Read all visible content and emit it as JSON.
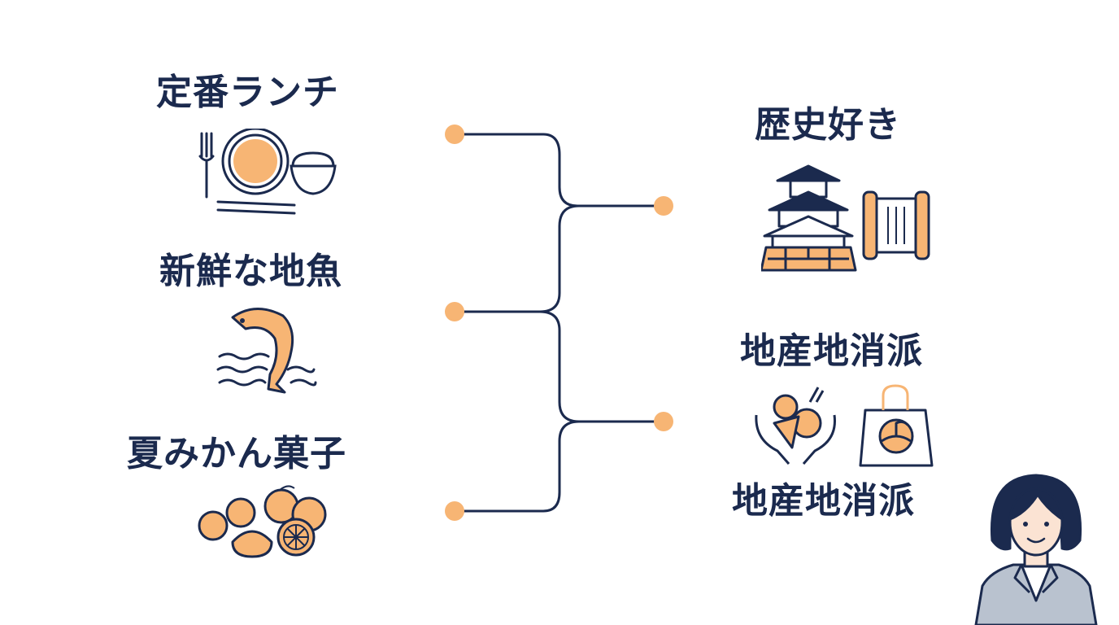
{
  "colors": {
    "navy": "#1b2a4e",
    "orange": "#f7b574",
    "line": "#1b2a4e",
    "skin": "#fbe3d3",
    "suit": "#b9c2cf"
  },
  "left_items": [
    {
      "label": "定番ランチ",
      "icon": "lunch-plate-icon"
    },
    {
      "label": "新鮮な地魚",
      "icon": "jumping-fish-icon"
    },
    {
      "label": "夏みかん菓子",
      "icon": "mikan-sweets-icon"
    }
  ],
  "right_items": [
    {
      "label": "歴史好き",
      "icon": "castle-scroll-icon"
    },
    {
      "label": "地産地消派",
      "icon": "local-produce-icon"
    },
    {
      "label": "地産地消派",
      "icon": ""
    }
  ],
  "presenter": {
    "icon": "presenter-avatar-icon"
  }
}
